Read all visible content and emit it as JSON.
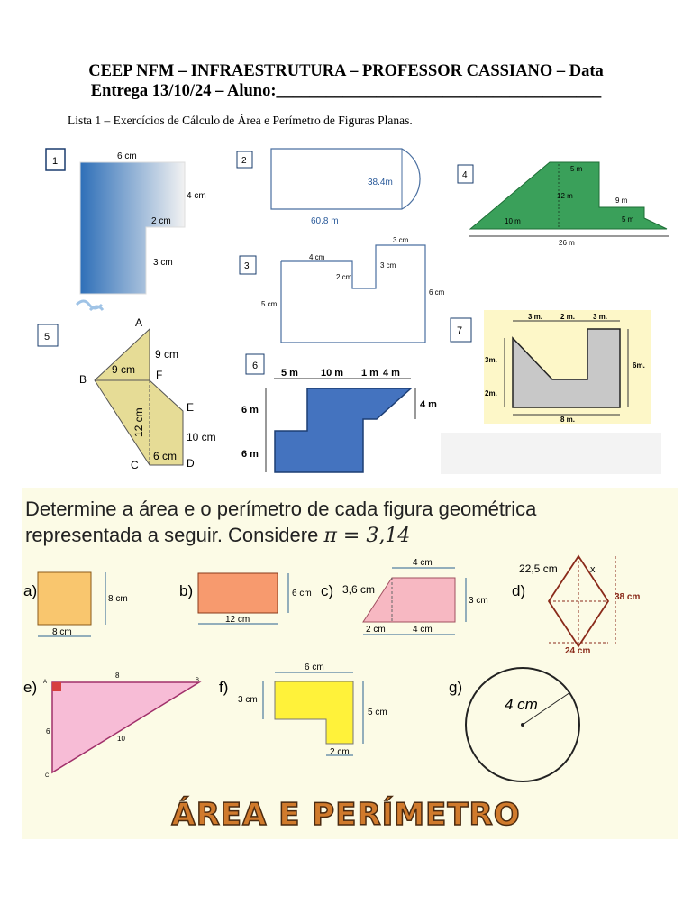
{
  "header": {
    "line1": "CEEP NFM – INFRAESTRUTURA – PROFESSOR CASSIANO – Data",
    "line2": "Entrega 13/10/24 – Aluno:_______________________________________"
  },
  "subtitle": "Lista 1 – Exercícios de Cálculo de Área e Perímetro de Figuras Planas.",
  "top_figures": {
    "f1": {
      "num": "1",
      "top": "6 cm",
      "right": "4 cm",
      "inner": "2 cm",
      "lower": "3 cm"
    },
    "f2": {
      "num": "2",
      "width": "60.8 m",
      "height": "38.4m"
    },
    "f3": {
      "num": "3",
      "left_top": "4 cm",
      "notch_w": "2 cm",
      "notch_h": "3 cm",
      "right_top": "3 cm",
      "right": "6 cm",
      "left": "5 cm"
    },
    "f4": {
      "num": "4",
      "top": "5 m",
      "mid": "12 m",
      "step": "9 m",
      "right": "5 m",
      "left": "10 m",
      "base": "26 m"
    },
    "f5": {
      "num": "5",
      "A": "A",
      "B": "B",
      "C": "C",
      "D": "D",
      "E": "E",
      "F": "F",
      "AF": "9 cm",
      "BF": "9 cm",
      "h": "12 cm",
      "CD": "6 cm",
      "DE": "10 cm"
    },
    "f6": {
      "num": "6",
      "d1": "5 m",
      "d2": "10 m",
      "d3": "1 m",
      "d4": "4 m",
      "h1": "6 m",
      "h2": "6 m",
      "r": "4 m"
    },
    "f7": {
      "num": "7",
      "t1": "3 m.",
      "t2": "2 m.",
      "t3": "3 m.",
      "l1": "3m.",
      "l2": "2m.",
      "r": "6m.",
      "b": "8 m."
    }
  },
  "task_text": {
    "line1": "Determine a área e o perímetro de cada figura geométrica",
    "line2": "representada a seguir. Considere ",
    "pi": "π = 3,14"
  },
  "bottom_figures": {
    "a": {
      "label": "a)",
      "side": "8 cm",
      "bottom": "8 cm"
    },
    "b": {
      "label": "b)",
      "side": "6 cm",
      "bottom": "12 cm"
    },
    "c": {
      "label": "c)",
      "slant": "3,6 cm",
      "top": "4 cm",
      "side": "3 cm",
      "b1": "2 cm",
      "b2": "4 cm"
    },
    "d": {
      "label": "d)",
      "side": "22,5 cm",
      "x": "x",
      "height": "38 cm",
      "width": "24 cm"
    },
    "e": {
      "label": "e)",
      "A": "A",
      "B": "B",
      "C": "C",
      "top": "8",
      "left": "6",
      "hyp": "10"
    },
    "f": {
      "label": "f)",
      "top": "6 cm",
      "left": "3 cm",
      "right": "5 cm",
      "bottom": "2 cm"
    },
    "g": {
      "label": "g)",
      "radius": "4 cm"
    }
  },
  "brand": "ÁREA E PERÍMETRO"
}
